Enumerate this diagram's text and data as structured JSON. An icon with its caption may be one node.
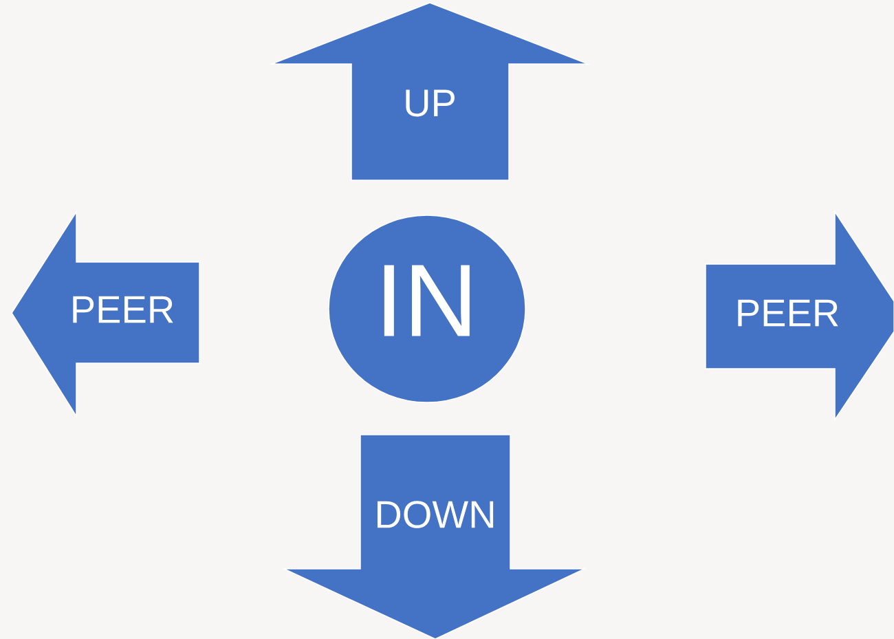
{
  "diagram": {
    "nodes": [
      {
        "text": [
          "UP"
        ]
      },
      {
        "text": [
          "PEER"
        ]
      },
      {
        "text": [
          "IN"
        ]
      },
      {
        "text": [
          "PEER"
        ]
      },
      {
        "text": [
          "DOWN"
        ]
      }
    ]
  }
}
